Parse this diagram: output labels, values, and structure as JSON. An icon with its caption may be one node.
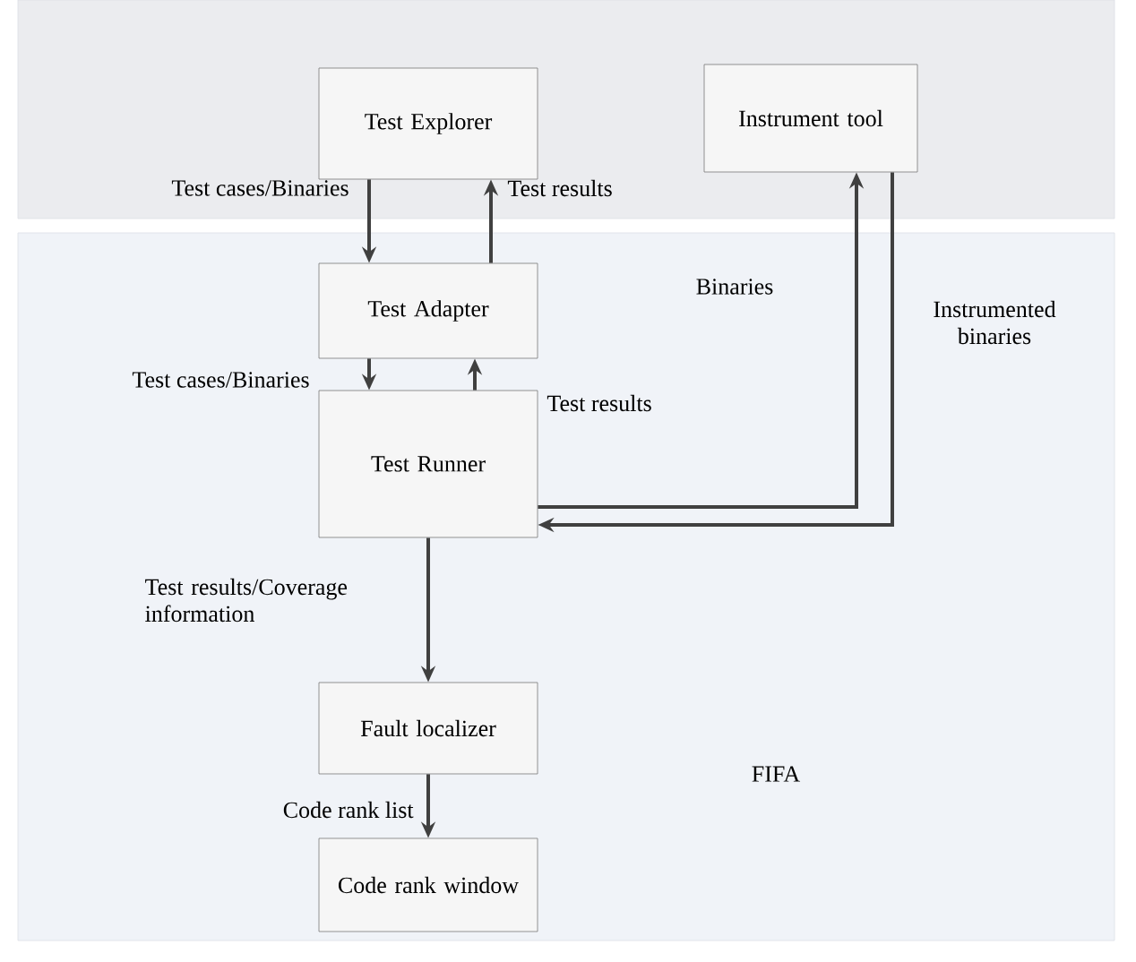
{
  "diagram": {
    "nodes": [
      {
        "text": [],
        "shape": "box"
      },
      {
        "text": [
          "FIFA"
        ]
      },
      {
        "text": [
          "Test Explorer"
        ],
        "in": 0
      },
      {
        "text": [
          "Instrument tool"
        ],
        "in": 0
      },
      {
        "text": [
          "Test Adapter"
        ],
        "in": 1
      },
      {
        "text": [
          "Test Runner"
        ],
        "in": 1
      },
      {
        "text": [
          "Fault localizer"
        ],
        "in": 1
      },
      {
        "text": [
          "Code rank window"
        ],
        "in": 1
      }
    ],
    "edges": [
      {
        "from": 2,
        "to": 4,
        "arrow": "to",
        "label": "Test cases/Binaries"
      },
      {
        "from": 4,
        "to": 2,
        "arrow": "to",
        "label": "Test results"
      },
      {
        "from": 4,
        "to": 5,
        "arrow": "to",
        "label": "Test cases/Binaries"
      },
      {
        "from": 5,
        "to": 4,
        "arrow": "to",
        "label": "Test results"
      },
      {
        "from": 5,
        "to": 3,
        "arrow": "to",
        "label": "Binaries"
      },
      {
        "from": 3,
        "to": 5,
        "arrow": "to",
        "label": "Instrumented binaries"
      },
      {
        "from": 5,
        "to": 6,
        "arrow": "to",
        "label": "Test results/Coverage information"
      },
      {
        "from": 6,
        "to": 7,
        "arrow": "to",
        "label": "Code rank list"
      }
    ]
  }
}
